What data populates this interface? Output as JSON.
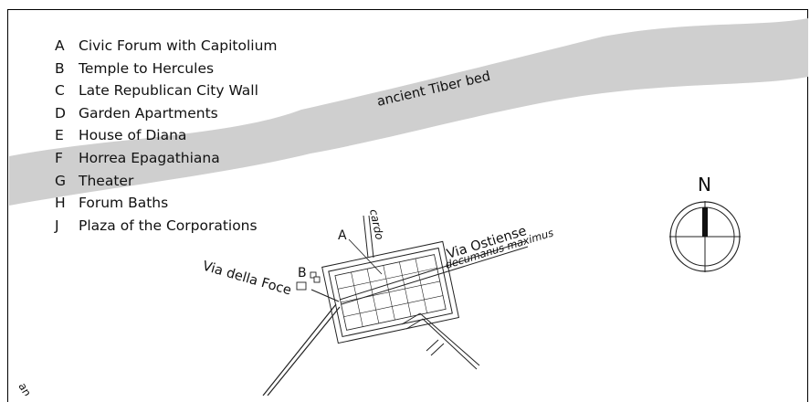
{
  "legend": {
    "items": [
      {
        "code": "A",
        "label": "Civic Forum with Capitolium"
      },
      {
        "code": "B",
        "label": "Temple to Hercules"
      },
      {
        "code": "C",
        "label": "Late Republican City Wall"
      },
      {
        "code": "D",
        "label": "Garden Apartments"
      },
      {
        "code": "E",
        "label": "House of Diana"
      },
      {
        "code": "F",
        "label": "Horrea Epagathiana"
      },
      {
        "code": "G",
        "label": "Theater"
      },
      {
        "code": "H",
        "label": "Forum Baths"
      },
      {
        "code": "J",
        "label": "Plaza of the Corporations"
      }
    ]
  },
  "map": {
    "river_label": "ancient Tiber bed",
    "road_via_ostiense": "Via Ostiense",
    "road_decumanus": "decumanus maximus",
    "road_cardo": "cardo",
    "road_via_della_foce": "Via della Foce",
    "marker_a": "A",
    "marker_b": "B",
    "corner_label": "an",
    "compass_north": "N",
    "river_color": "#cfcfcf"
  }
}
